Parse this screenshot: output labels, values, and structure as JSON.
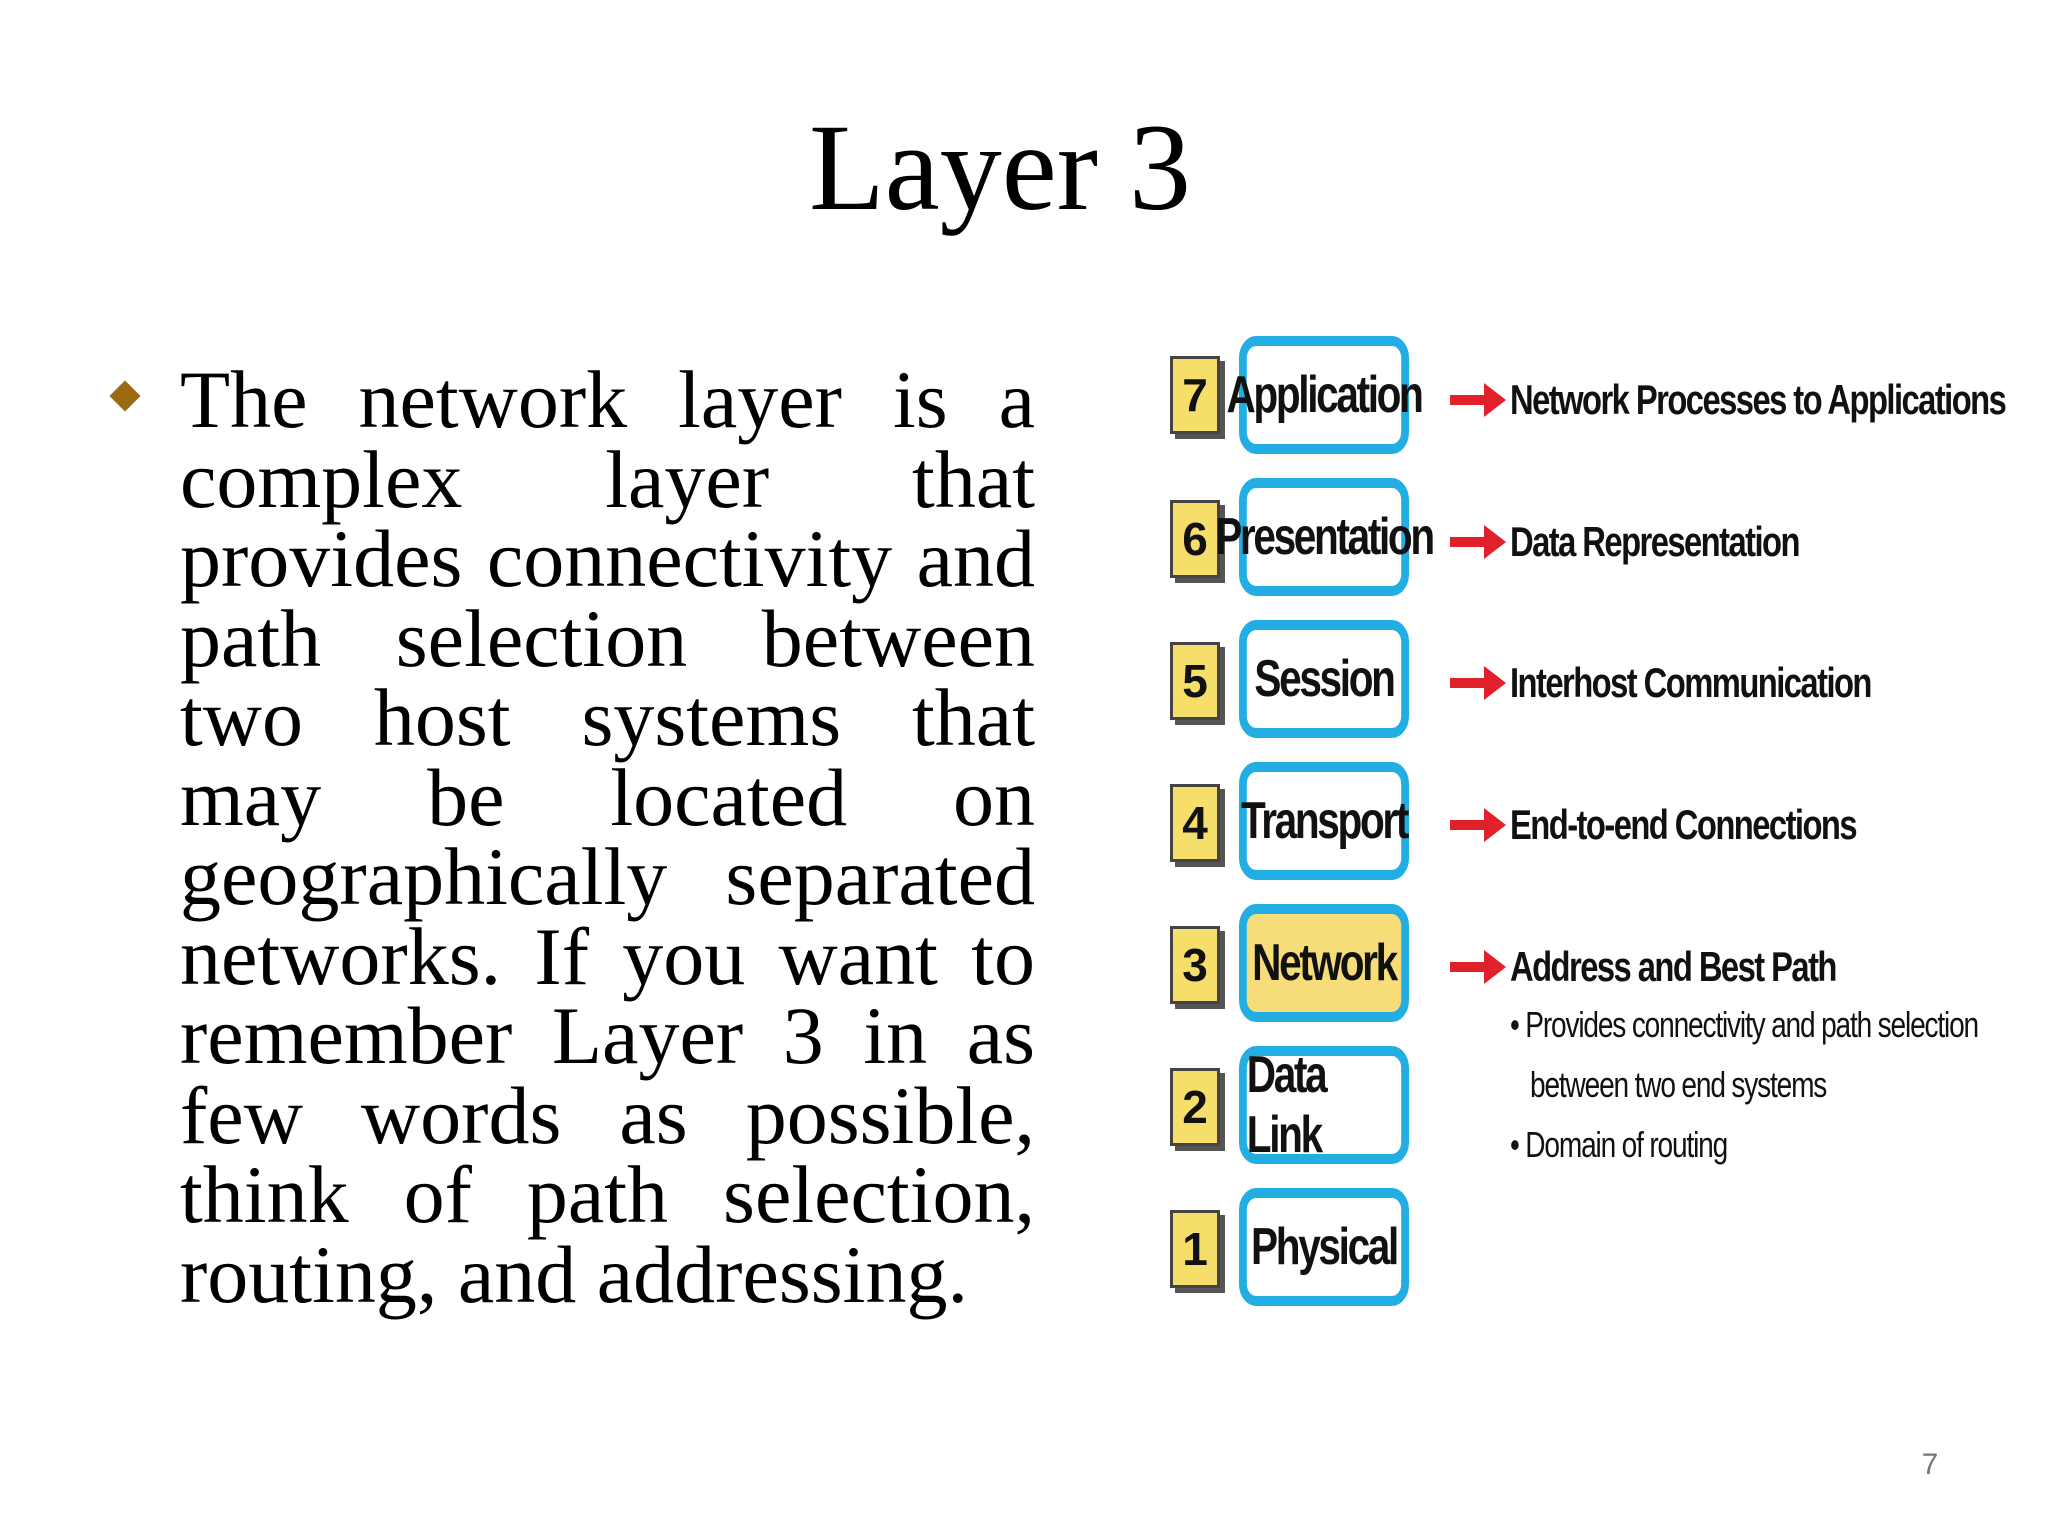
{
  "title": "Layer 3",
  "body": {
    "bullet_text": "The network layer is a complex layer that provides connectivity and path selection between two host systems that may be located on geographically separated networks. If you want to remember Layer 3 in as few words as possible, think of path selection, routing, and addressing."
  },
  "osi_diagram": {
    "accent_color": "#22aee2",
    "highlight_color": "#f7dc7a",
    "arrow_color": "#e0202a",
    "layers": [
      {
        "number": "7",
        "name": "Application",
        "description": "Network Processes to Applications"
      },
      {
        "number": "6",
        "name": "Presentation",
        "description": "Data Representation"
      },
      {
        "number": "5",
        "name": "Session",
        "description": "Interhost Communication"
      },
      {
        "number": "4",
        "name": "Transport",
        "description": "End-to-end Connections"
      },
      {
        "number": "3",
        "name": "Network",
        "description": "Address and Best Path"
      },
      {
        "number": "2",
        "name": "Data Link",
        "description": ""
      },
      {
        "number": "1",
        "name": "Physical",
        "description": ""
      }
    ],
    "network_details": [
      "• Provides connectivity and path selection",
      "between two end systems",
      "• Domain of routing"
    ]
  },
  "page_number": "7"
}
